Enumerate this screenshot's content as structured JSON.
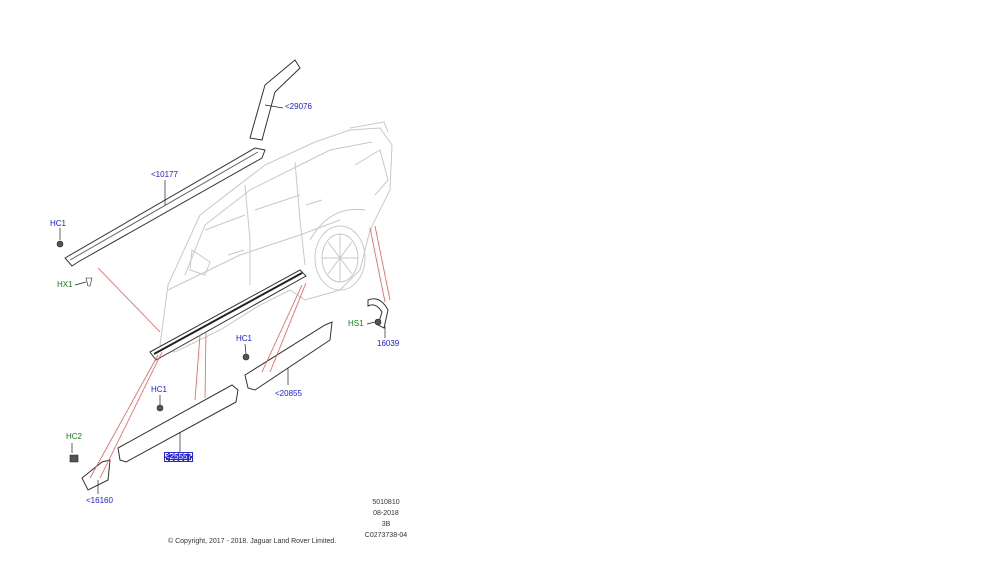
{
  "callouts": {
    "roof_trim": "<29076",
    "sill_upper": "<10177",
    "hc1_top": "HC1",
    "hx1": "HX1",
    "hs1": "HS1",
    "wheel_liner": "16039",
    "hc1_mid": "HC1",
    "rear_door_moulding": "<20855",
    "hc1_low": "HC1",
    "front_door_moulding": "<25557",
    "hc2": "HC2",
    "front_end_cap": "<16160"
  },
  "info_block": [
    "5010810",
    "08-2018",
    "3B",
    "C0273738-04"
  ],
  "copyright": "© Copyright, 2017 - 2018. Jaguar Land Rover Limited.",
  "colors": {
    "callout_blue": "#1a1ad0",
    "callout_green": "#1a7a1a",
    "leader_red": "#e06060",
    "selection": "#2a2ad0"
  }
}
